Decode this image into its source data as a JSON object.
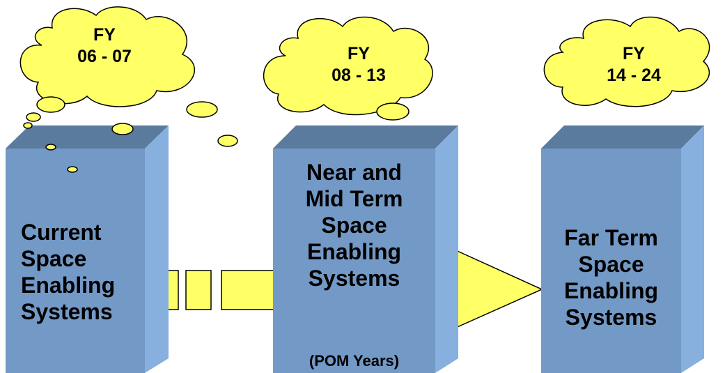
{
  "boxes": [
    {
      "label": "Current\nSpace\nEnabling\nSystems"
    },
    {
      "label": "Near and\nMid Term\nSpace\nEnabling\nSystems",
      "note": "(POM Years)"
    },
    {
      "label": "Far Term\nSpace\nEnabling\nSystems"
    }
  ],
  "clouds": [
    {
      "label": "FY\n06 - 07"
    },
    {
      "label": "FY\n08 - 13"
    },
    {
      "label": "FY\n14 - 24"
    }
  ],
  "colors": {
    "box_front": "#7399c6",
    "box_top": "#5a7a9e",
    "box_side": "#87b0de",
    "cloud_fill": "#ffff66",
    "arrow_fill": "#ffff66",
    "outline": "#000000"
  }
}
